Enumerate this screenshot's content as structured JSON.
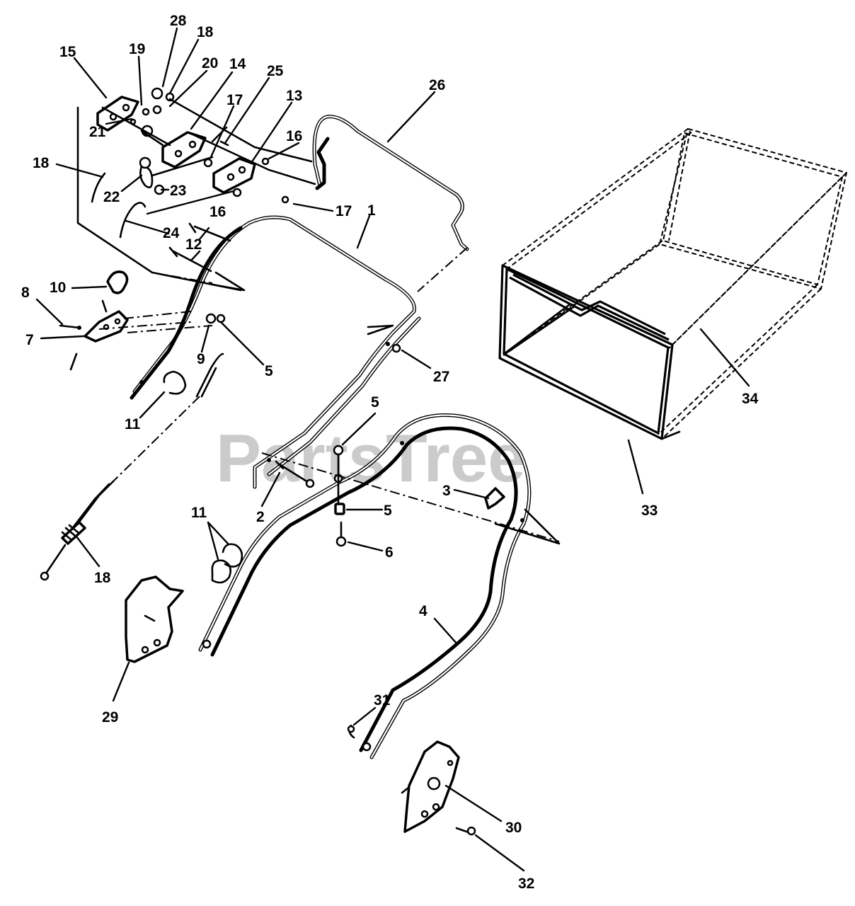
{
  "watermark": "PartsTree",
  "callouts": {
    "c1": "1",
    "c2": "2",
    "c3": "3",
    "c4": "4",
    "c5a": "5",
    "c5b": "5",
    "c5c": "5",
    "c6": "6",
    "c7": "7",
    "c8": "8",
    "c9": "9",
    "c10": "10",
    "c11a": "11",
    "c11b": "11",
    "c12": "12",
    "c13": "13",
    "c14": "14",
    "c15": "15",
    "c16a": "16",
    "c16b": "16",
    "c17a": "17",
    "c17b": "17",
    "c18a": "18",
    "c18b": "18",
    "c18c": "18",
    "c19": "19",
    "c20": "20",
    "c21": "21",
    "c22": "22",
    "c23": "23",
    "c24": "24",
    "c25": "25",
    "c26": "26",
    "c27": "27",
    "c28": "28",
    "c29": "29",
    "c30": "30",
    "c31": "31",
    "c32": "32",
    "c33": "33",
    "c34": "34"
  }
}
